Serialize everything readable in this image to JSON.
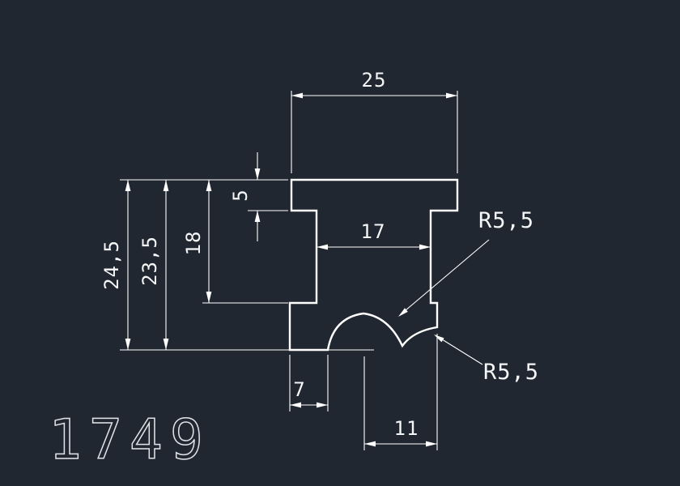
{
  "drawing": {
    "part_number": "1749",
    "colors": {
      "background": "#202731",
      "lines": "#ffffff",
      "text": "#f5f6f7"
    },
    "dimensions": {
      "top_width": "25",
      "cap_thickness": "5",
      "stem_width": "17",
      "step_height": "18",
      "inner_height": "23,5",
      "total_height": "24,5",
      "bottom_left_width": "7",
      "bottom_right_width": "11",
      "radius_upper": "R5,5",
      "radius_lower": "R5,5"
    }
  }
}
